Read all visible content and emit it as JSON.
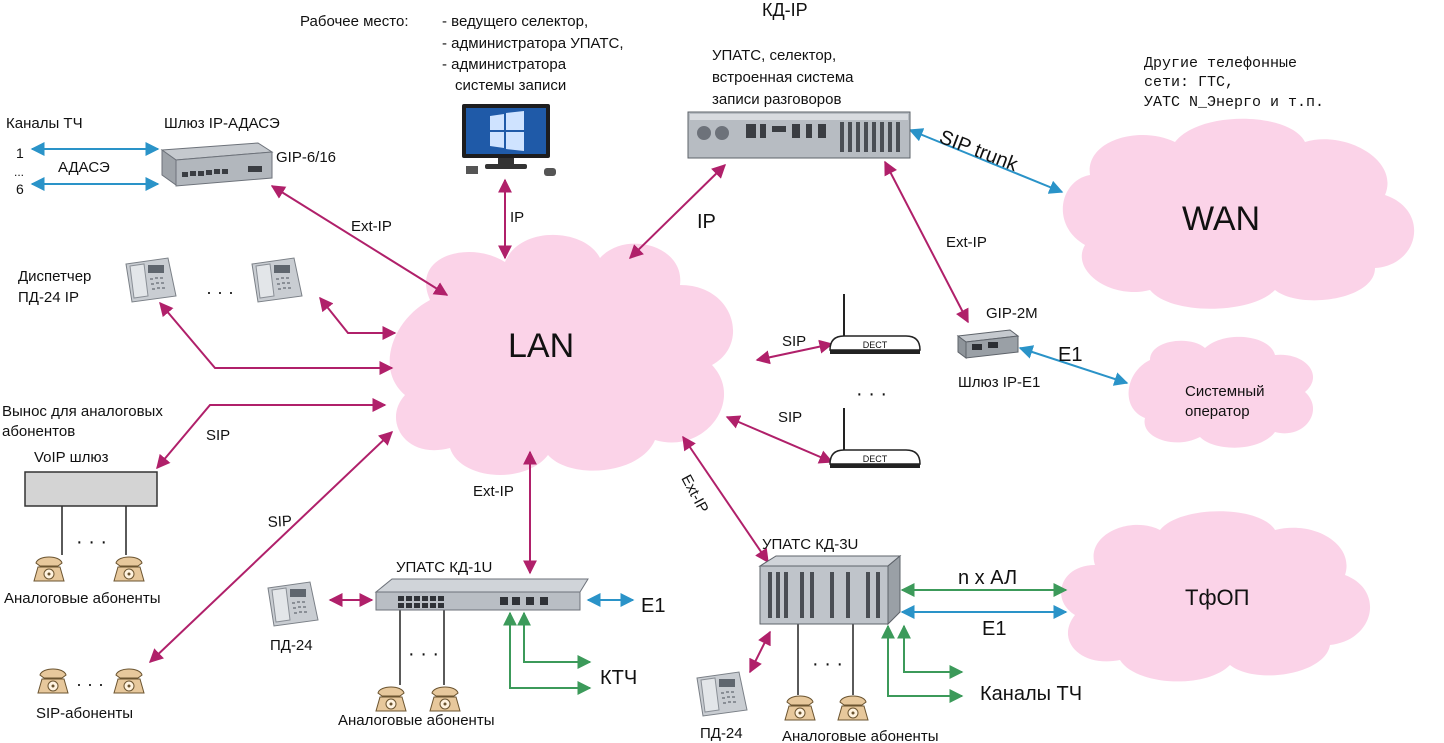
{
  "colors": {
    "ip_link": "#b0206a",
    "sip_trunk": "#2a93c8",
    "e1_link": "#2a93c8",
    "analog_link": "#3c9a5a",
    "cloud_fill": "#fbd3e8",
    "device_gray": "#a9adb3",
    "phone_gray": "#c9cdd2",
    "analog_phone": "#e7c89c"
  },
  "center_title": "КД-IP",
  "workstation": {
    "title": "Рабочее место:",
    "line1": "- ведущего селектор,",
    "line2": "- администратора УПАТС,",
    "line3": "- администратора",
    "line4": "системы записи",
    "link_label": "IP",
    "icon": "desktop-monitor-icon"
  },
  "server": {
    "line1": "УПАТС, селектор,",
    "line2": "встроенная система",
    "line3": "записи разговоров",
    "link_label": "IP",
    "icon": "rack-server-icon"
  },
  "other_networks": {
    "line1": "Другие телефонные",
    "line2": "сети: ГТС,",
    "line3": "УАТС N_Энерго и т.п."
  },
  "clouds": {
    "lan": "LAN",
    "wan": "WAN",
    "sys_operator_line1": "Системный",
    "sys_operator_line2": "оператор",
    "pstn": "ТфОП"
  },
  "links": {
    "sip_trunk": "SIP trunk",
    "ext_ip": "Ext-IP",
    "sip": "SIP",
    "e1": "E1",
    "n_al": "n x АЛ"
  },
  "adase_gateway": {
    "tch_label": "Каналы ТЧ",
    "gateway_title": "Шлюз IP-АДАСЭ",
    "model": "GIP-6/16",
    "n1": "1",
    "dots": "...",
    "n6": "6",
    "adase": "АДАСЭ",
    "link_label": "Ext-IP"
  },
  "dispatcher": {
    "line1": "Диспетчер",
    "line2": "ПД-24 IP",
    "dots": "· · ·"
  },
  "gip2m": {
    "model": "GIP-2M",
    "title": "Шлюз IP-E1",
    "link_label": "Ext-IP",
    "e1": "E1"
  },
  "dect": {
    "label": "DECT",
    "dots": "· · ·"
  },
  "voip": {
    "line1": "Вынос для аналоговых",
    "line2": "абонентов",
    "title": "VoIP шлюз",
    "sip": "SIP",
    "dots": "· · ·",
    "subscribers": "Аналоговые абоненты"
  },
  "sip_subscribers": {
    "sip": "SIP",
    "dots": "· · ·",
    "label": "SIP-абоненты"
  },
  "kd1u": {
    "title": "УПАТС  КД-1U",
    "link_label": "Ext-IP",
    "pd24": "ПД-24",
    "e1": "E1",
    "ktch": "КТЧ",
    "dots": "· · ·",
    "subscribers": "Аналоговые абоненты"
  },
  "kd3u": {
    "title": "УПАТС   КД-3U",
    "link_label": "Ext-IP",
    "pd24": "ПД-24",
    "dots": "· · ·",
    "subscribers": "Аналоговые абоненты",
    "channels": "Каналы ТЧ"
  }
}
